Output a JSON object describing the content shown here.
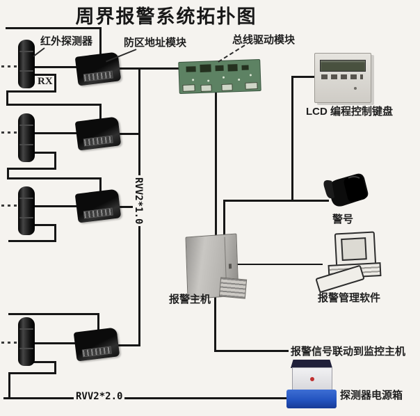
{
  "title": "周界报警系统拓扑图",
  "labels": {
    "infrared_detector": "红外探测器",
    "rx": "RX",
    "zone_address_module": "防区地址模块",
    "bus_driver_module": "总线驱动模块",
    "lcd_keypad": "LCD 编程控制键盘",
    "siren": "警号",
    "alarm_host": "报警主机",
    "alarm_management_software": "报警管理软件",
    "alarm_signal_linkage": "报警信号联动到监控主机",
    "detector_power_box": "探测器电源箱"
  },
  "cables": {
    "bus": "RVV2*1.0",
    "power": "RVV2*2.0"
  },
  "colors": {
    "wire": "#161616",
    "pcb_green": "#5d8263",
    "power_box_blue": "#2454c0",
    "background": "#f5f3ef"
  },
  "diagram": {
    "detector_count": 4,
    "connections": [
      "红外探测器 → 防区地址模块",
      "防区地址模块 → 总线驱动模块 (RVV2*1.0)",
      "总线驱动模块 → 报警主机",
      "报警主机 → LCD 编程控制键盘",
      "报警主机 → 警号",
      "报警主机 → 报警管理软件",
      "报警主机 → 报警信号联动到监控主机",
      "探测器电源箱 → 红外探测器 (RVV2*2.0)"
    ]
  }
}
